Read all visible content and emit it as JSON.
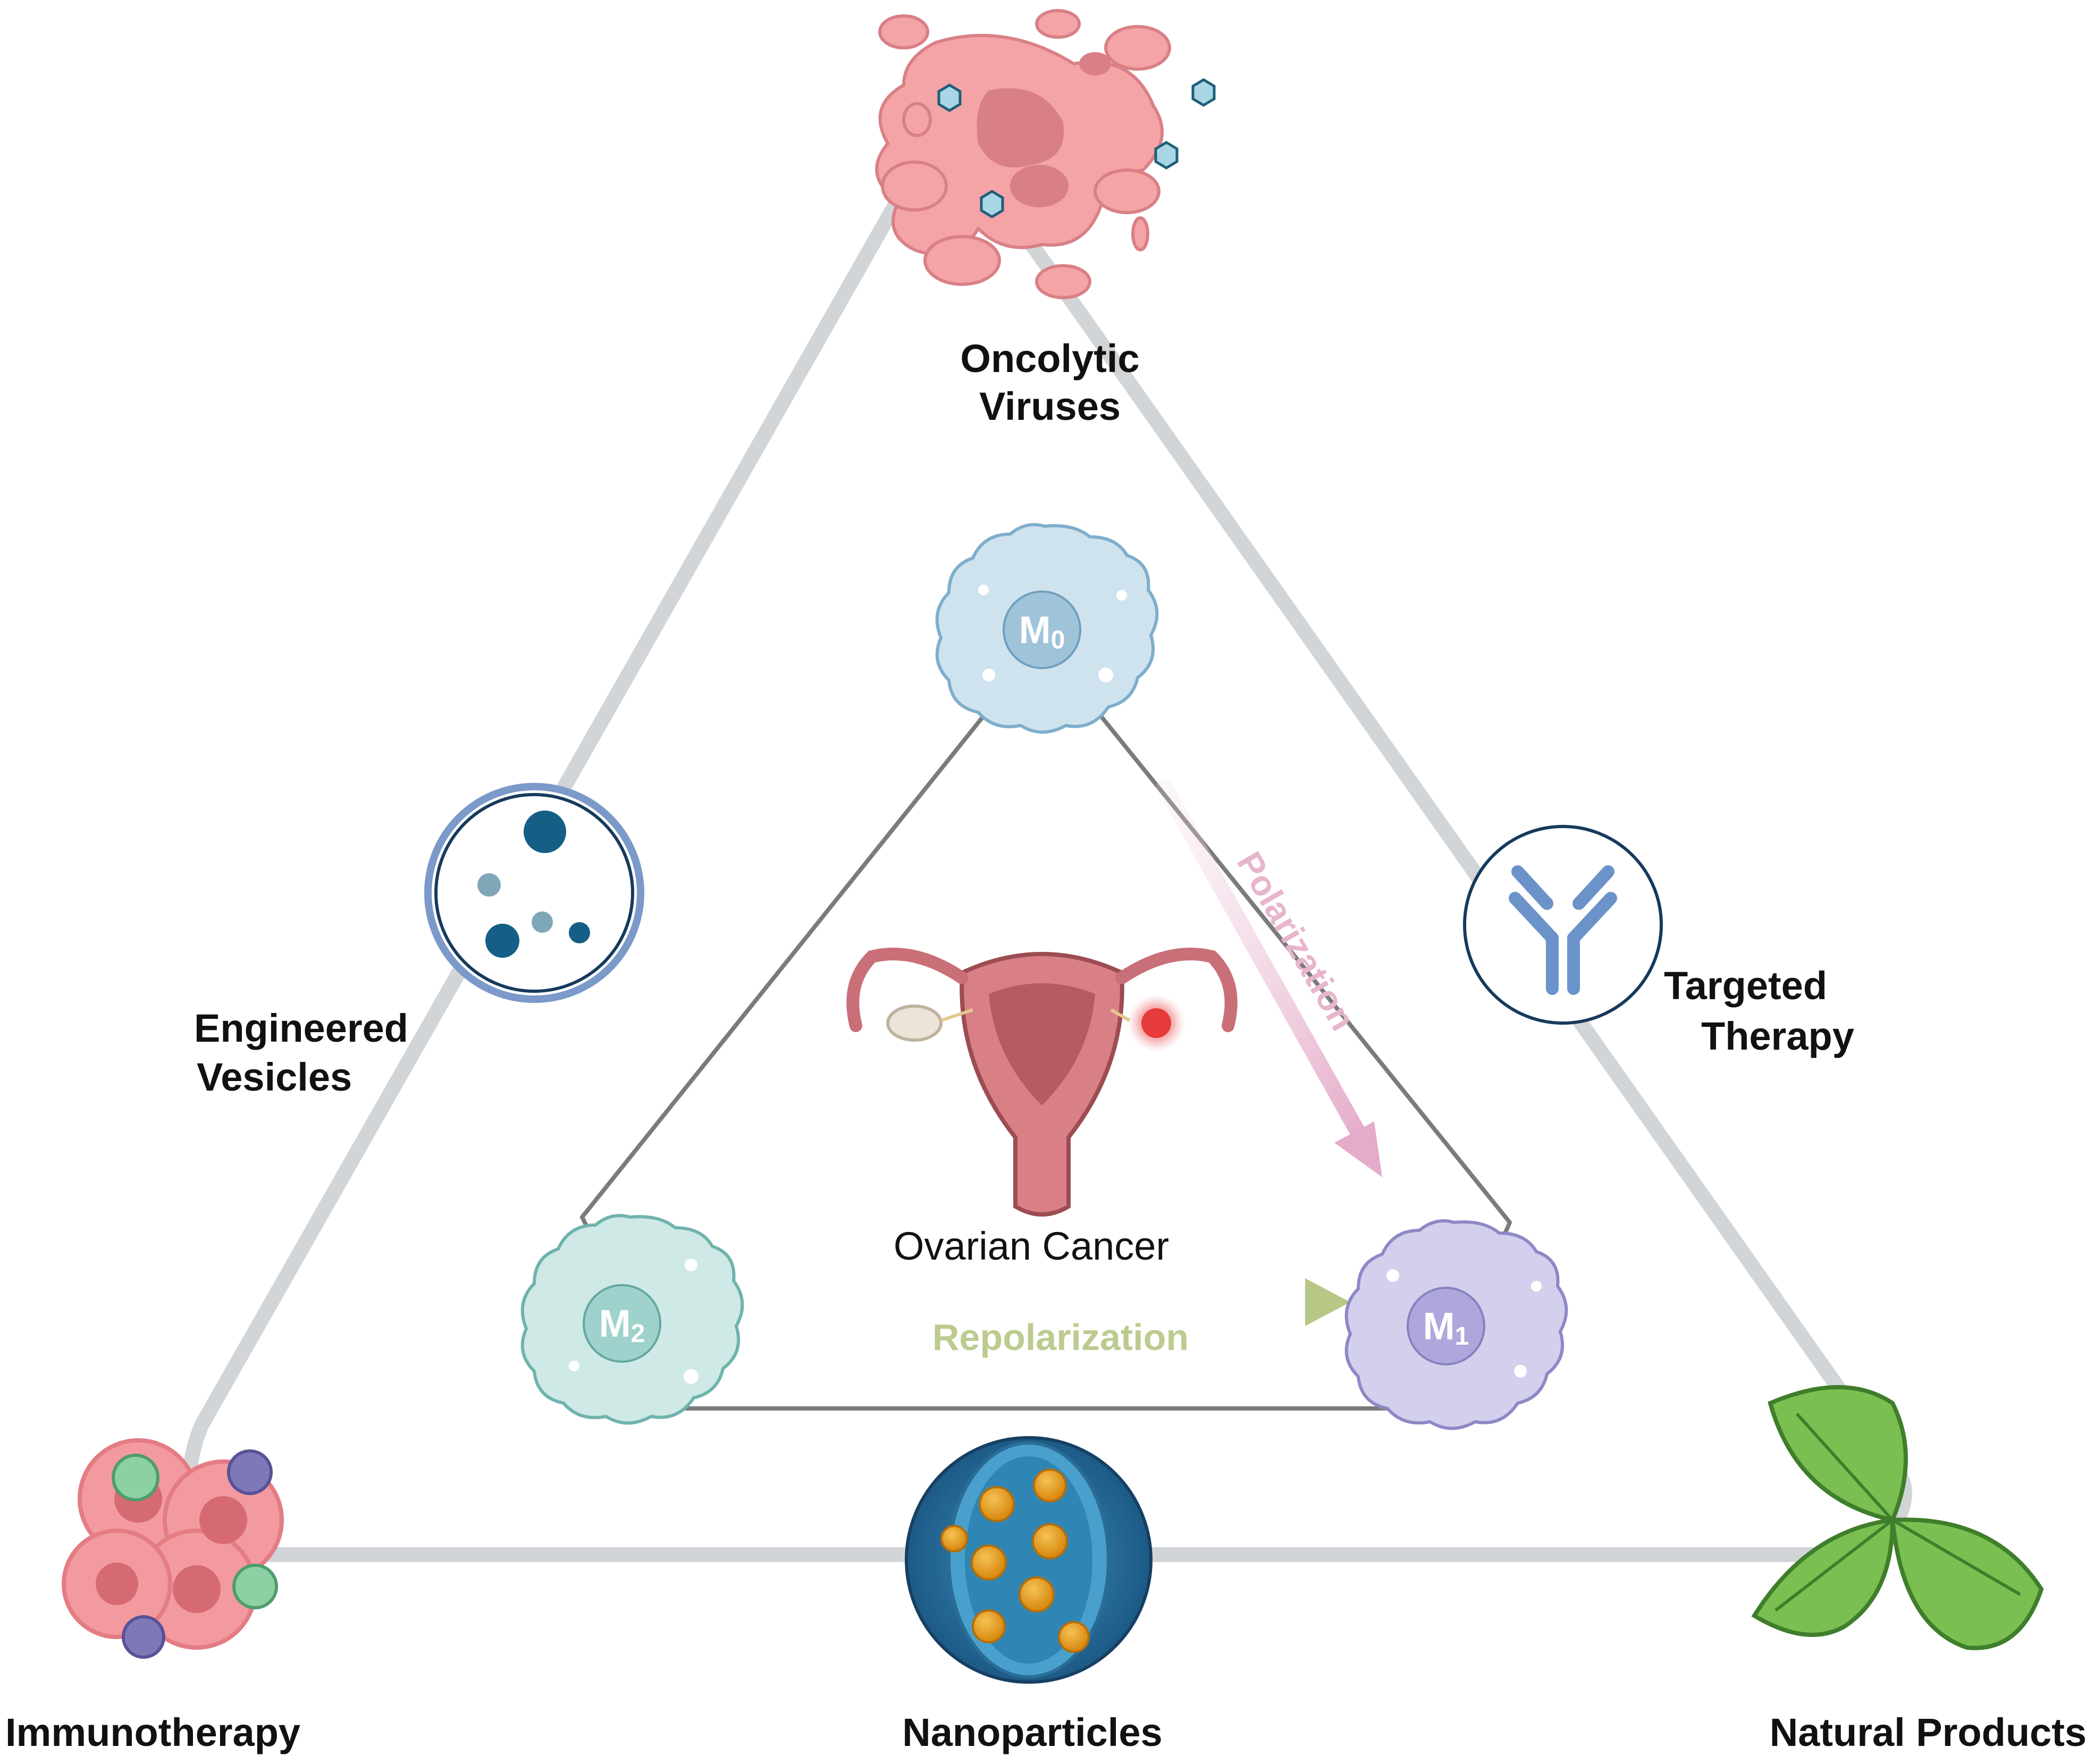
{
  "labels": {
    "oncolytic_line1": "Oncolytic",
    "oncolytic_line2": "Viruses",
    "vesicles_line1": "Engineered",
    "vesicles_line2": "Vesicles",
    "targeted_line1": "Targeted",
    "targeted_line2": "Therapy",
    "immunotherapy": "Immunotherapy",
    "nanoparticles": "Nanoparticles",
    "natural_products": "Natural Products",
    "ovarian_cancer": "Ovarian Cancer",
    "polarization": "Polarization",
    "repolarization": "Repolarization"
  },
  "macrophages": {
    "m0": {
      "letter": "M",
      "sub": "0"
    },
    "m1": {
      "letter": "M",
      "sub": "1"
    },
    "m2": {
      "letter": "M",
      "sub": "2"
    }
  },
  "colors": {
    "outer_triangle": "#d2d5d8",
    "inner_triangle": "#7a7c7b",
    "m0_cell": "#cfe3ef",
    "m1_cell": "#d3d0ee",
    "m2_cell": "#cfe9e6",
    "polarization_arrow": "#e9b8d0",
    "repolarization_arrow": "#bccb8f",
    "tumor_pink": "#f4a3a7",
    "leaf_green": "#7bbf52",
    "nanoparticle_core": "#e09a1a",
    "vesicle_dark": "#155f86",
    "antibody_blue": "#6b93c9"
  }
}
